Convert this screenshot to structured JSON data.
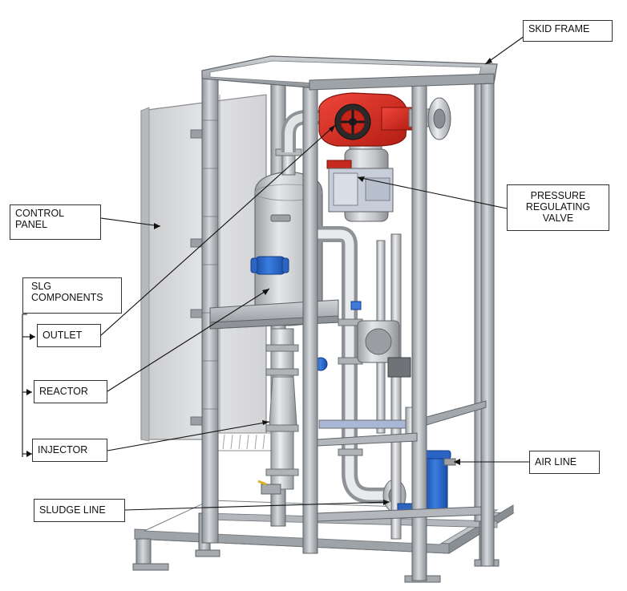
{
  "labels": {
    "skid_frame": "SKID FRAME",
    "control_panel": [
      "CONTROL",
      "PANEL"
    ],
    "slg_components": [
      "SLG",
      "COMPONENTS"
    ],
    "outlet": "OUTLET",
    "reactor": "REACTOR",
    "injector": "INJECTOR",
    "sludge_line": "SLUDGE LINE",
    "pressure_regulating_valve": [
      "PRESSURE",
      "REGULATING",
      "VALVE"
    ],
    "air_line": "AIR LINE"
  },
  "colors": {
    "frame_metal": "#a9aeb3",
    "frame_dark": "#7c8186",
    "valve_red": "#d62a1e",
    "fitting_blue": "#2f6fd0",
    "filter_blue": "#1f5fc4",
    "panel_grey": "#dcdddf",
    "vessel_steel": "#c6c8cb"
  }
}
